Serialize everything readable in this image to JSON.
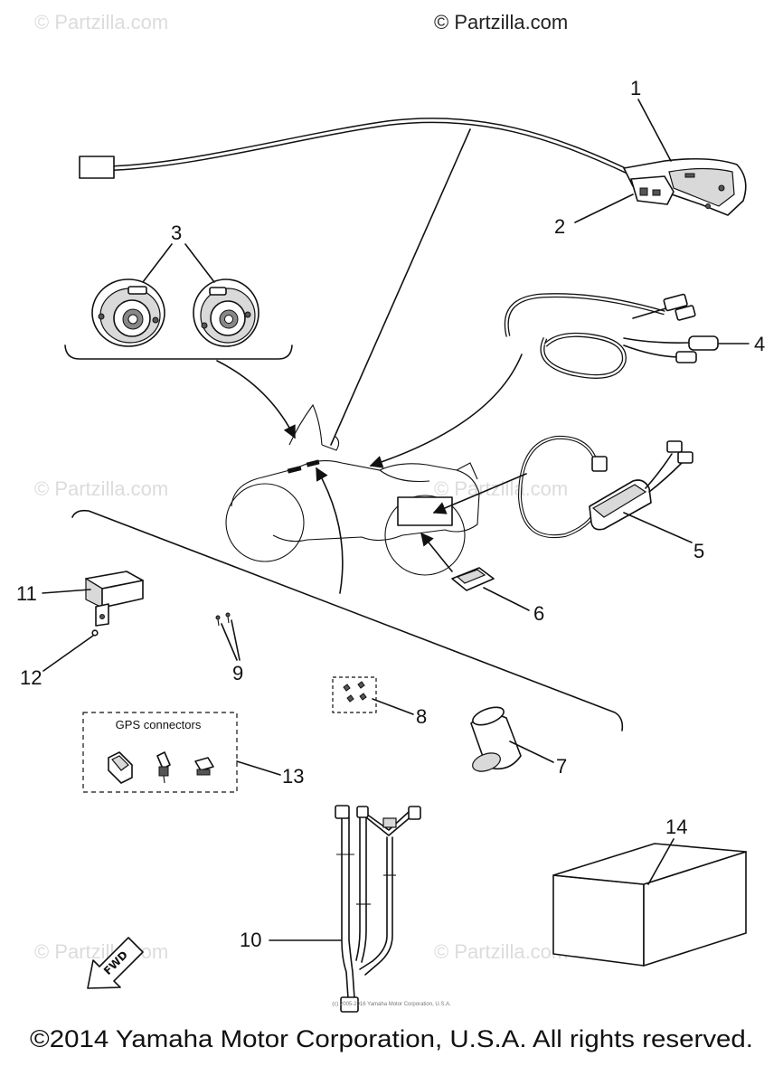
{
  "watermark": "© Partzilla.com",
  "callouts": [
    "1",
    "2",
    "3",
    "4",
    "5",
    "6",
    "7",
    "8",
    "9",
    "10",
    "11",
    "12",
    "13",
    "14"
  ],
  "gps_box_label": "GPS connectors",
  "fwd_label": "FWD",
  "small_copyright": "(c) 2005-2016 Yamaha Motor Corporation, U.S.A.",
  "copyright": "©2014 Yamaha Motor Corporation, U.S.A. All rights reserved."
}
